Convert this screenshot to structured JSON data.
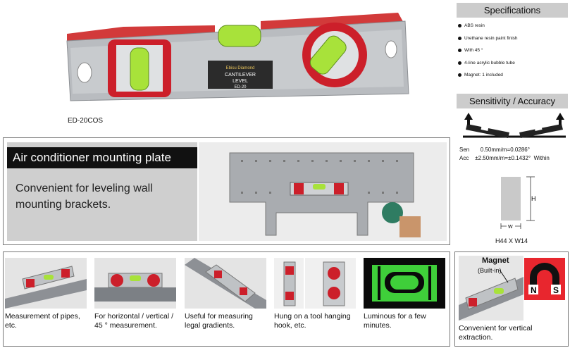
{
  "product": {
    "model": "ED-20COS",
    "label_lines": [
      "Ebisu Diamond",
      "CANTILEVER",
      "LEVEL",
      "ED-20"
    ]
  },
  "specifications": {
    "header": "Specifications",
    "items": [
      "ABS resin",
      "Urethane resin paint finish",
      "With 45 °",
      "4-line acrylic bubble tube",
      "Magnet: 1 included"
    ]
  },
  "sensitivity": {
    "header": "Sensitivity / Accuracy",
    "sen_label": "Sen",
    "sen_value": "0.50mm/m=0.0286°",
    "acc_label": "Acc",
    "acc_value": "±2.50mm/m=±0.1432°",
    "acc_suffix": "Within"
  },
  "dimensions": {
    "h": "H",
    "w": "W",
    "label": "H44 X W14"
  },
  "feature": {
    "title": "Air conditioner mounting plate",
    "description": "Convenient for leveling wall mounting brackets."
  },
  "uses": [
    {
      "caption": "Measurement of pipes, etc."
    },
    {
      "caption": "For horizontal / vertical / 45 ° measurement."
    },
    {
      "caption": "Useful for measuring legal gradients."
    },
    {
      "caption": "Hung on a tool hanging hook, etc."
    },
    {
      "caption": "Luminous for a few minutes."
    }
  ],
  "magnet": {
    "title": "Magnet",
    "subtitle": "(Built-in)",
    "n": "N",
    "s": "S",
    "caption": "Convenient for vertical extraction."
  },
  "colors": {
    "red": "#cc1f2a",
    "silver": "#b9bcc0",
    "green": "#8fe03a",
    "gray_band": "#cfcfcf"
  }
}
